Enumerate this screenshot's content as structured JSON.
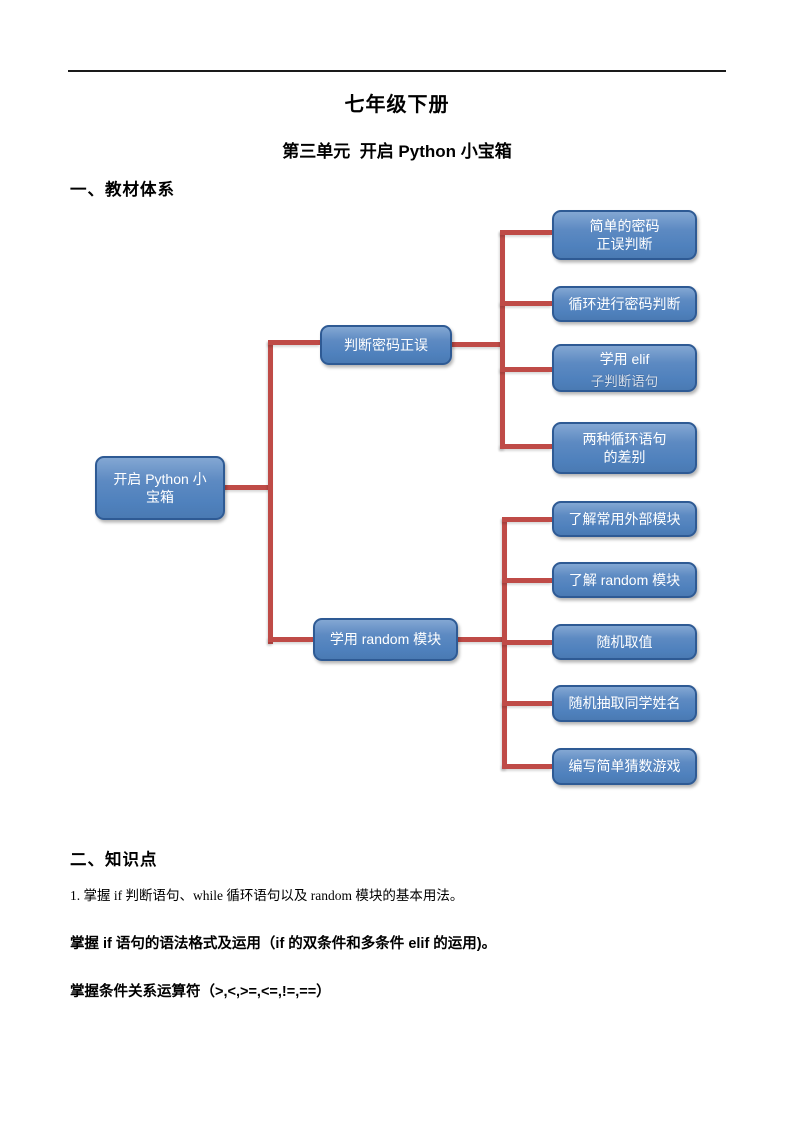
{
  "page": {
    "title": "七年级下册",
    "subtitle": "第三单元  开启 Python 小宝箱",
    "section1_heading": "一、教材体系",
    "section2_heading": "二、知识点"
  },
  "diagram": {
    "root": {
      "line1": "开启 Python 小",
      "line2": "宝箱"
    },
    "branches": [
      {
        "label": "判断密码正误"
      },
      {
        "label": "学用 random 模块"
      }
    ],
    "leaves": [
      {
        "line1": "简单的密码",
        "line2": "正误判断"
      },
      {
        "line1": "循环进行密码判断",
        "line2": ""
      },
      {
        "line1": "学用 elif",
        "line2": "子判断语句"
      },
      {
        "line1": "两种循环语句",
        "line2": "的差别"
      },
      {
        "line1": "了解常用外部模块",
        "line2": ""
      },
      {
        "line1": "了解 random 模块",
        "line2": ""
      },
      {
        "line1": "随机取值",
        "line2": ""
      },
      {
        "line1": "随机抽取同学姓名",
        "line2": ""
      },
      {
        "line1": "编写简单猜数游戏",
        "line2": ""
      }
    ],
    "colors": {
      "node_fill": "#4f81bd",
      "node_border": "#2e5a94",
      "node_text": "#ffffff",
      "connector": "#bf4b47"
    }
  },
  "knowledge_points": {
    "item1": "1. 掌握 if 判断语句、while 循环语句以及 random 模块的基本用法。",
    "item2": "掌握 if 语句的语法格式及运用（if 的双条件和多条件 elif 的运用)。",
    "item3": "掌握条件关系运算符（>,<,>=,<=,!=,==）"
  }
}
